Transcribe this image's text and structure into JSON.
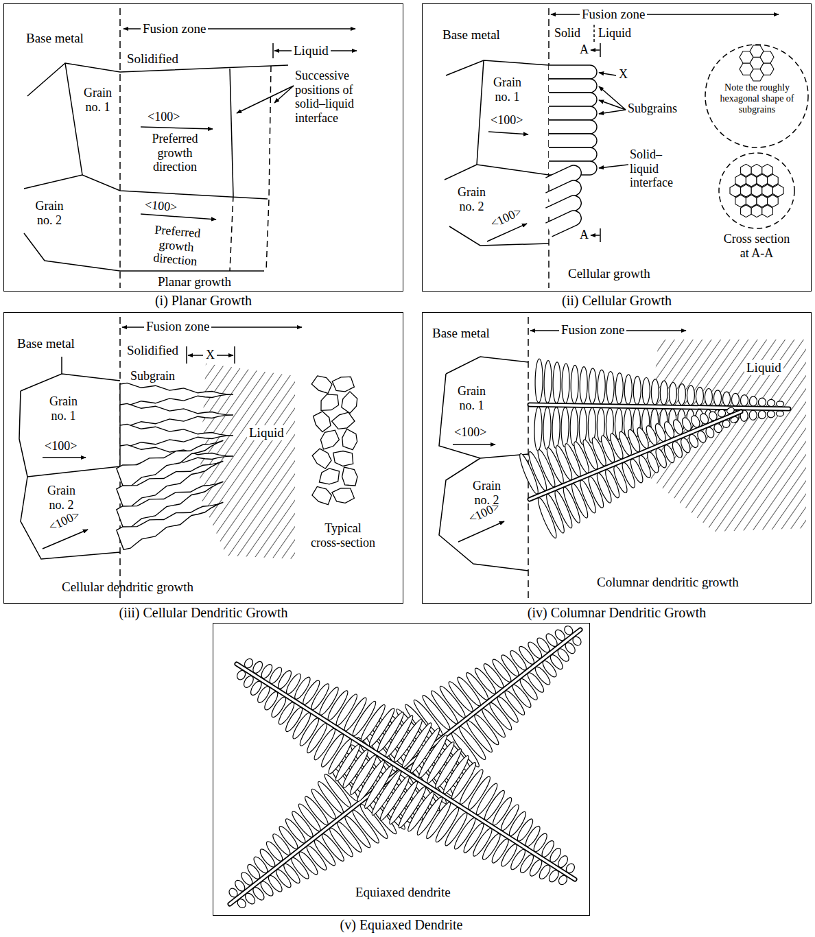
{
  "diagram": {
    "nodes": [
      {
        "text": [
          "(i) Planar Growth"
        ]
      },
      {
        "text": [
          "(ii) Cellular Growth"
        ]
      },
      {
        "text": [
          "(iii) Cellular Dendritic Growth"
        ]
      },
      {
        "text": [
          "(iv) Columnar Dendritic Growth"
        ]
      },
      {
        "text": [
          "(v) Equiaxed Dendrite"
        ]
      }
    ],
    "labels": [
      "Fusion zone",
      "Base metal",
      "Solidified",
      "Liquid",
      "Grain no. 1",
      "<100>",
      "Preferred growth direction",
      "<100>",
      "Preferred growth direction",
      "Grain no. 2",
      "Successive positions of solid–liquid interface",
      "Planar growth",
      "Fusion zone",
      "Base metal",
      "Solid",
      "Liquid",
      "A",
      "X",
      "Grain no. 1",
      "<100>",
      "Subgrains",
      "Note the roughly hexagonal shape of subgrains",
      "Solid–liquid interface",
      "Grain no. 2",
      "<100>",
      "A",
      "Cellular growth",
      "Cross section at A-A",
      "Fusion zone",
      "Base metal",
      "Solidified",
      "X",
      "Subgrain",
      "Grain no. 1",
      "<100>",
      "Liquid",
      "Grain no. 2",
      "<100>",
      "Typical cross-section",
      "Cellular dendritic growth",
      "Base metal",
      "Fusion zone",
      "Grain no. 1",
      "<100>",
      "Liquid",
      "Grain no. 2",
      "<100>",
      "Columnar dendritic growth",
      "Equiaxed dendrite"
    ]
  }
}
